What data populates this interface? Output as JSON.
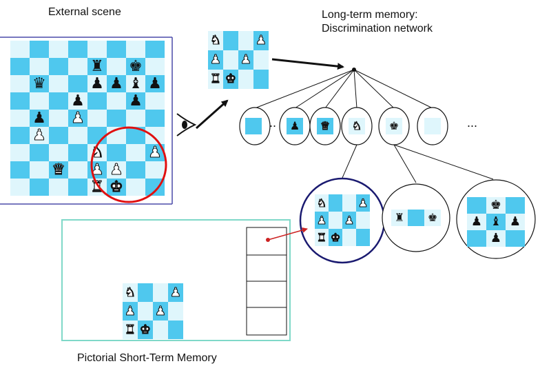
{
  "labels": {
    "external_scene": "External scene",
    "ltm_line1": "Long-term memory:",
    "ltm_line2": "Discrimination network",
    "stm": "Pictorial Short-Term Memory",
    "ellipsis": "...",
    "ellipsis_right": "..."
  },
  "external_board": [
    "........",
    "....r.k.",
    ".q..ppbp",
    "...p..p.",
    ".p.P....",
    ".P......",
    "....N..P",
    "..Q.PP..",
    "....RK.."
  ],
  "chunk_board": [
    "N..P",
    "P.P.",
    "RK.."
  ],
  "stm_board": [
    "N..P",
    "P.P.",
    "RK.."
  ],
  "network_nodes": [
    {
      "name": "node-empty-square",
      "pattern": [
        "x"
      ]
    },
    {
      "name": "node-black-pawn",
      "pattern": [
        "p"
      ]
    },
    {
      "name": "node-white-queen",
      "pattern": [
        "Q"
      ]
    },
    {
      "name": "node-white-knight",
      "pattern": [
        "N"
      ]
    },
    {
      "name": "node-black-king",
      "pattern": [
        "k"
      ]
    },
    {
      "name": "node-light-square",
      "pattern": [
        "."
      ]
    }
  ],
  "chunks": [
    {
      "name": "chunk-white-formation",
      "pattern": [
        "N..P",
        "P.P.",
        "RK.."
      ]
    },
    {
      "name": "chunk-rook-king",
      "pattern": [
        "r.k"
      ]
    },
    {
      "name": "chunk-black-fortress",
      "pattern": [
        ".k.",
        "pbp",
        ".p."
      ]
    }
  ],
  "colors": {
    "light_square": "#dff6fc",
    "dark_square": "#4fc8ee",
    "scene_frame": "#4a4aa8",
    "attention_circle": "#e01010",
    "stm_frame": "#7fd8c8",
    "highlight_chunk": "#1a1a70",
    "pointer": "#cc2222"
  }
}
